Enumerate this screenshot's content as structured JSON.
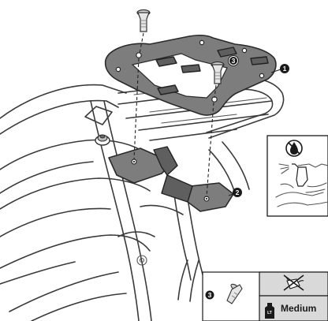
{
  "callouts": {
    "plate": "1",
    "adapter": "2",
    "screw": "3"
  },
  "legend": {
    "screw_callout": "3",
    "threadlock_strength": "Medium",
    "threadlock_bottle_label": "LT"
  },
  "icons": {
    "screw": "screw-icon",
    "no_grease": "no-grease-icon",
    "threadlock_bottle": "threadlock-bottle-icon",
    "cleaning_spray": "cleaning-spray-icon"
  }
}
